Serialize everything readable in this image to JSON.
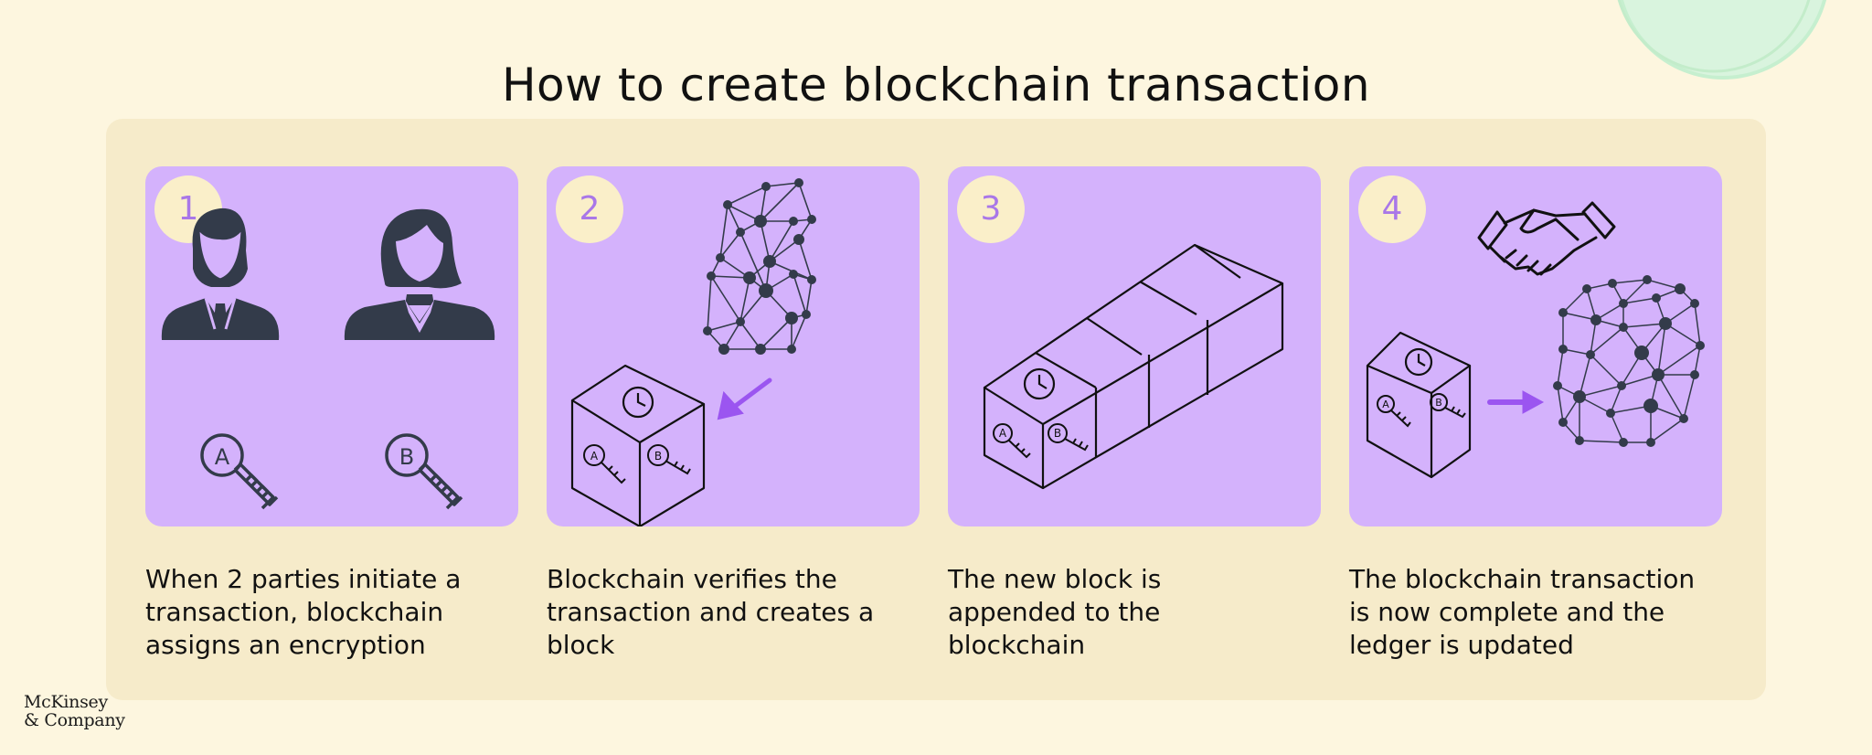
{
  "title": "How to create blockchain transaction",
  "steps": [
    {
      "number": "1",
      "text": "When 2 parties initiate a transaction, blockchain assigns an encryption",
      "key_labels": [
        "A",
        "B"
      ]
    },
    {
      "number": "2",
      "text": "Blockchain verifies the transaction and creates a block",
      "key_labels": [
        "A",
        "B"
      ]
    },
    {
      "number": "3",
      "text": "The new block is appended to the blockchain",
      "key_labels": [
        "A",
        "B"
      ]
    },
    {
      "number": "4",
      "text": "The blockchain transaction is now complete and the ledger is updated",
      "key_labels": [
        "A",
        "B"
      ]
    }
  ],
  "logo": {
    "line1": "McKinsey",
    "line2": "& Company"
  },
  "colors": {
    "background": "#fdf6df",
    "panel": "#f6ebca",
    "card": "#d4b2fc",
    "badge": "#faefc9",
    "accent_purple": "#9b55f0",
    "icon_dark": "#333b4a",
    "deco_green": "#d8f5dc"
  },
  "icons": [
    "man-icon",
    "woman-icon",
    "key-icon",
    "network-icon",
    "block-cube-icon",
    "clock-icon",
    "arrow-icon",
    "handshake-icon",
    "blockchain-chain-icon"
  ]
}
